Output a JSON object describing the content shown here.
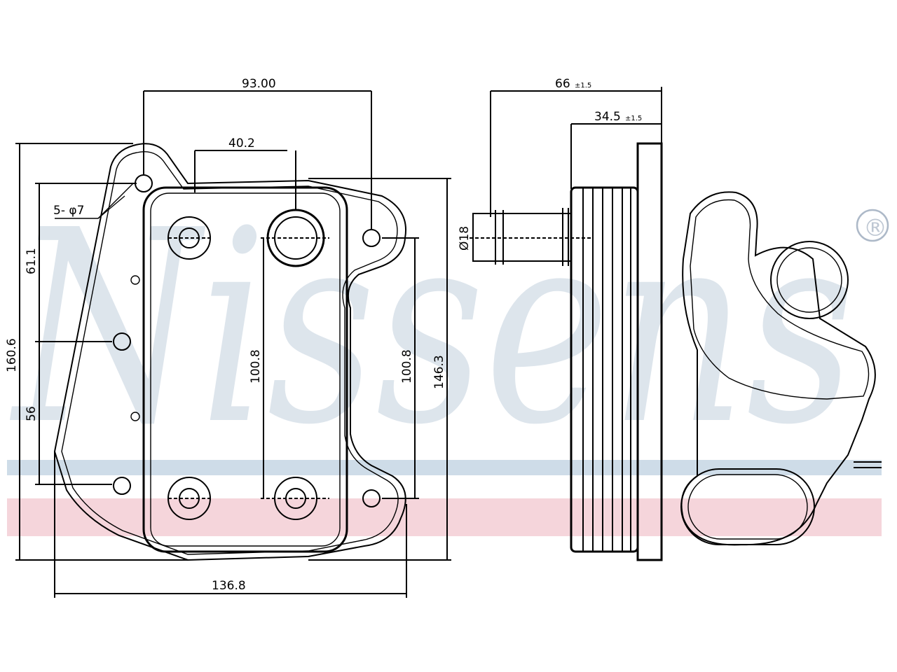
{
  "watermark": {
    "brand_text": "Nissens",
    "registered_mark": "®",
    "band_blue": "#c2d3e2",
    "band_red": "#f2cbd2"
  },
  "dimensions": {
    "top_width": "93.00",
    "inlet_spacing": "40.2",
    "hole_spec": "5- φ7",
    "left_upper": "61.1",
    "overall_height": "160.6",
    "left_lower": "56",
    "center_height": "100.8",
    "right_height": "100.8",
    "right_overall": "146.3",
    "bottom_width": "136.8",
    "side_depth_main": "66",
    "side_depth_main_tol": "±1.5",
    "side_depth_body": "34.5",
    "side_depth_body_tol": "±1.5",
    "pipe_diameter": "Ø18"
  }
}
